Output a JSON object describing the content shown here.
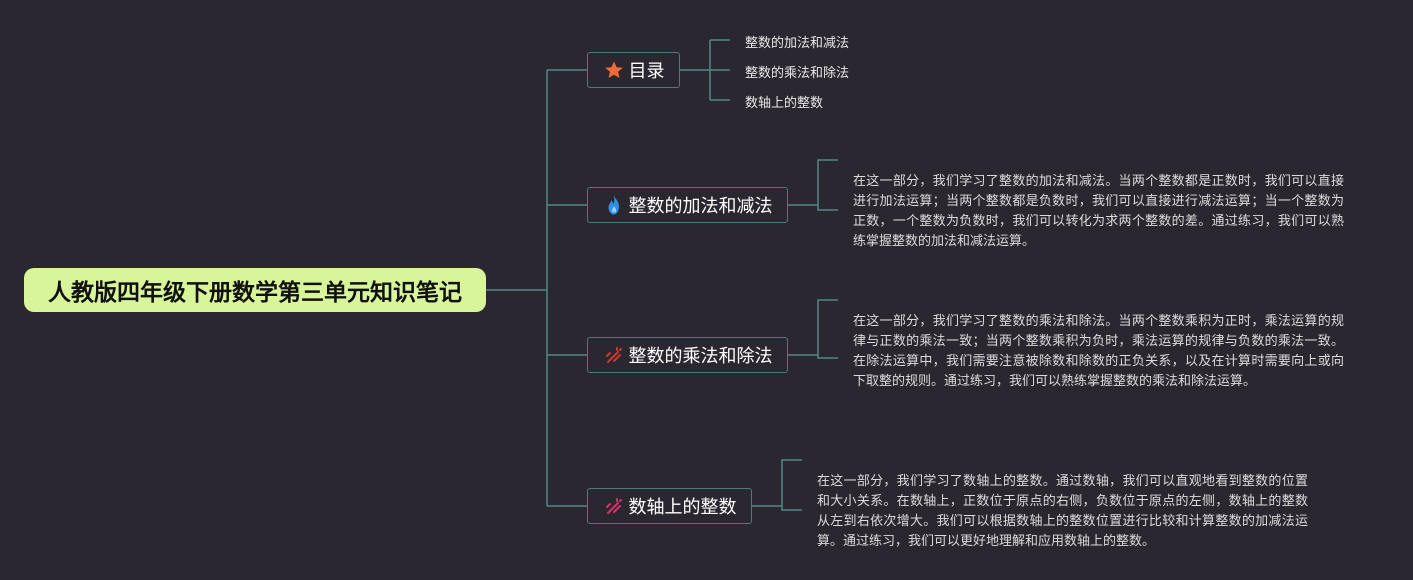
{
  "root": {
    "title": "人教版四年级下册数学第三单元知识笔记"
  },
  "branches": [
    {
      "label": "目录",
      "icon": "star-icon",
      "icon_color": "#f06a35",
      "children": [
        "整数的加法和减法",
        "整数的乘法和除法",
        "数轴上的整数"
      ]
    },
    {
      "label": "整数的加法和减法",
      "icon": "flame-icon",
      "icon_color": "#2f8fe0",
      "text": "在这一部分，我们学习了整数的加法和减法。当两个整数都是正数时，我们可以直接进行加法运算；当两个整数都是负数时，我们可以直接进行减法运算；当一个整数为正数，一个整数为负数时，我们可以转化为求两个整数的差。通过练习，我们可以熟练掌握整数的加法和减法运算。"
    },
    {
      "label": "整数的乘法和除法",
      "icon": "sparkle-icon",
      "icon_color": "#c93a2e",
      "text": "在这一部分，我们学习了整数的乘法和除法。当两个整数乘积为正时，乘法运算的规律与正数的乘法一致；当两个整数乘积为负时，乘法运算的规律与负数的乘法一致。在除法运算中，我们需要注意被除数和除数的正负关系，以及在计算时需要向上或向下取整的规则。通过练习，我们可以熟练掌握整数的乘法和除法运算。"
    },
    {
      "label": "数轴上的整数",
      "icon": "sparkle-icon",
      "icon_color": "#e0306a",
      "text": "在这一部分，我们学习了数轴上的整数。通过数轴，我们可以直观地看到整数的位置和大小关系。在数轴上，正数位于原点的右侧，负数位于原点的左侧，数轴上的整数从左到右依次增大。我们可以根据数轴上的整数位置进行比较和计算整数的加减法运算。通过练习，我们可以更好地理解和应用数轴上的整数。"
    }
  ],
  "colors": {
    "background": "#2b2731",
    "root_fill": "#d9f59a",
    "connector": "#4f8a86"
  }
}
